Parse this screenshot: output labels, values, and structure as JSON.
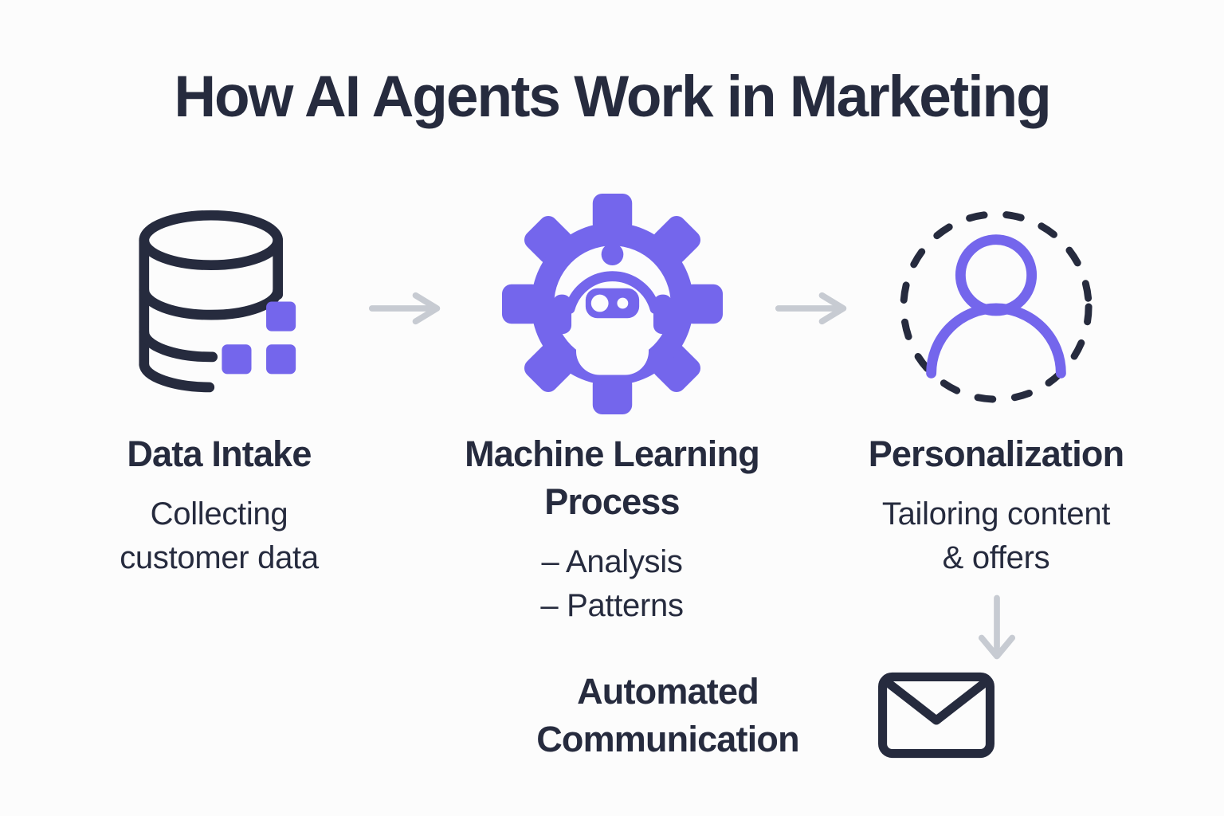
{
  "title": "How AI Agents Work in Marketing",
  "colors": {
    "text_navy": "#262b3e",
    "accent_purple": "#7466ec",
    "arrow_gray": "#c7cbd2",
    "background": "#fcfcfc"
  },
  "steps": [
    {
      "icon": "database-icon",
      "heading": "Data Intake",
      "description": "Collecting\ncustomer data"
    },
    {
      "icon": "gear-robot-icon",
      "heading": "Machine Learning\nProcess",
      "description": "– Analysis\n– Patterns"
    },
    {
      "icon": "person-icon",
      "heading": "Personalization",
      "description": "Tailoring content\n& offers"
    }
  ],
  "final_step": {
    "icon": "envelope-icon",
    "heading": "Automated\nCommunication"
  }
}
